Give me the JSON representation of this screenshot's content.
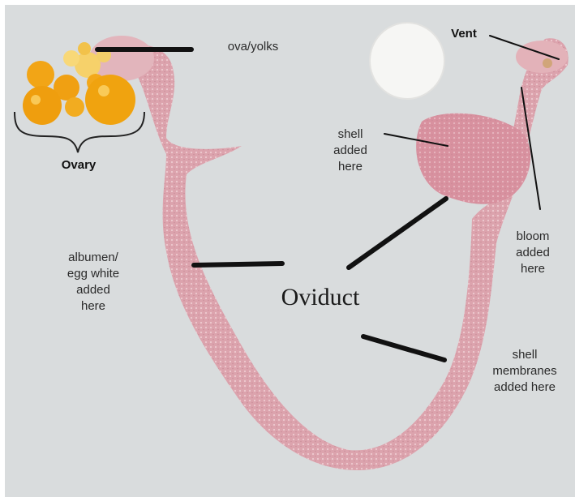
{
  "labels": {
    "ova_yolks": "ova/yolks",
    "ovary": "Ovary",
    "vent": "Vent",
    "shell_added": "shell\nadded\nhere",
    "bloom_added": "bloom\nadded\nhere",
    "albumen": "albumen/\negg white\nadded\nhere",
    "oviduct": "Oviduct",
    "shell_membranes": "shell\nmembranes\nadded here"
  },
  "colors": {
    "background": "#d9dcdd",
    "tissue": "#dca3ad",
    "yolk": "#f2a516",
    "egg": "#f6f6f4",
    "pointer": "#111111"
  }
}
